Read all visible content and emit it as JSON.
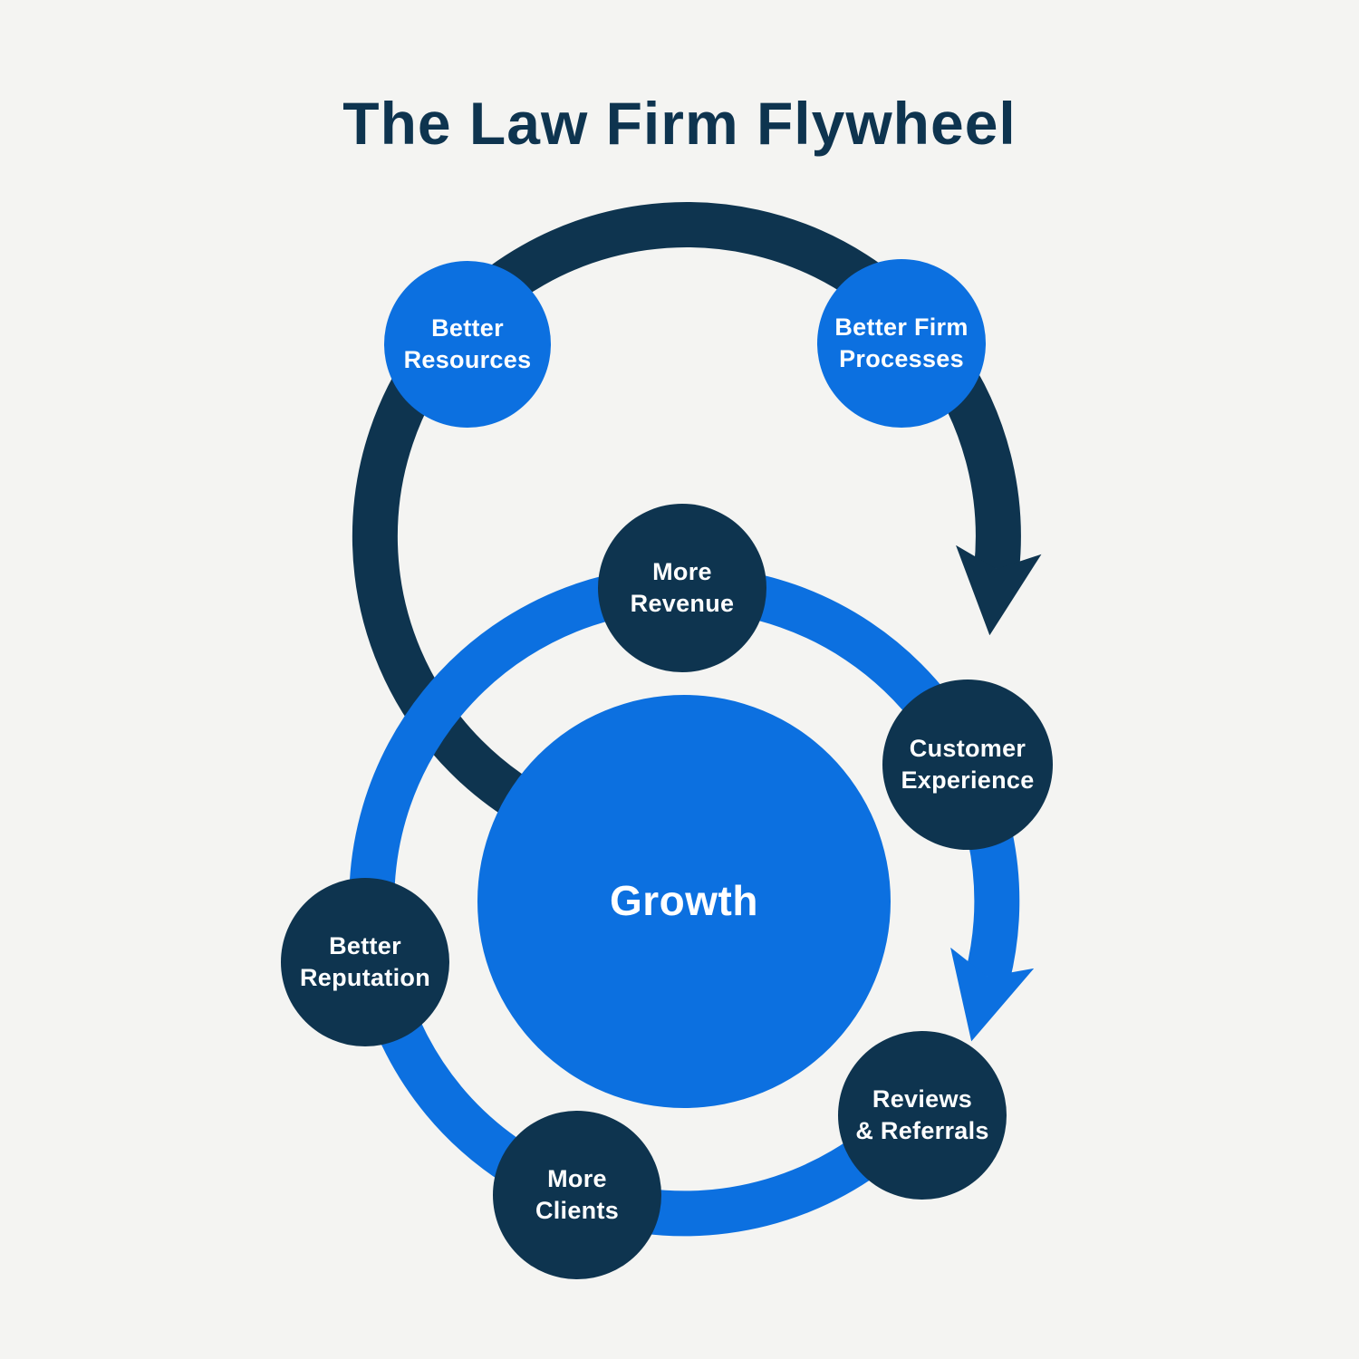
{
  "title": "The Law Firm Flywheel",
  "colors": {
    "background": "#f4f4f2",
    "blue": "#0c70e0",
    "navy": "#0e344f",
    "label_text": "#ffffff"
  },
  "flywheel": {
    "center": {
      "label": "Growth"
    },
    "nodes": [
      {
        "id": "better-resources",
        "label": "Better\nResources",
        "color": "blue"
      },
      {
        "id": "better-firm-processes",
        "label": "Better Firm\nProcesses",
        "color": "blue"
      },
      {
        "id": "more-revenue",
        "label": "More\nRevenue",
        "color": "navy"
      },
      {
        "id": "customer-experience",
        "label": "Customer\nExperience",
        "color": "navy"
      },
      {
        "id": "better-reputation",
        "label": "Better\nReputation",
        "color": "navy"
      },
      {
        "id": "more-clients",
        "label": "More\nClients",
        "color": "navy"
      },
      {
        "id": "reviews-referrals",
        "label": "Reviews\n& Referrals",
        "color": "navy"
      }
    ],
    "arrows": [
      {
        "id": "outer-dark-arc",
        "description": "dark clockwise arc from Better Resources through Better Firm Processes pointing to Customer Experience"
      },
      {
        "id": "inner-blue-arc",
        "description": "blue clockwise ring around Growth pointing to Reviews & Referrals"
      }
    ]
  }
}
